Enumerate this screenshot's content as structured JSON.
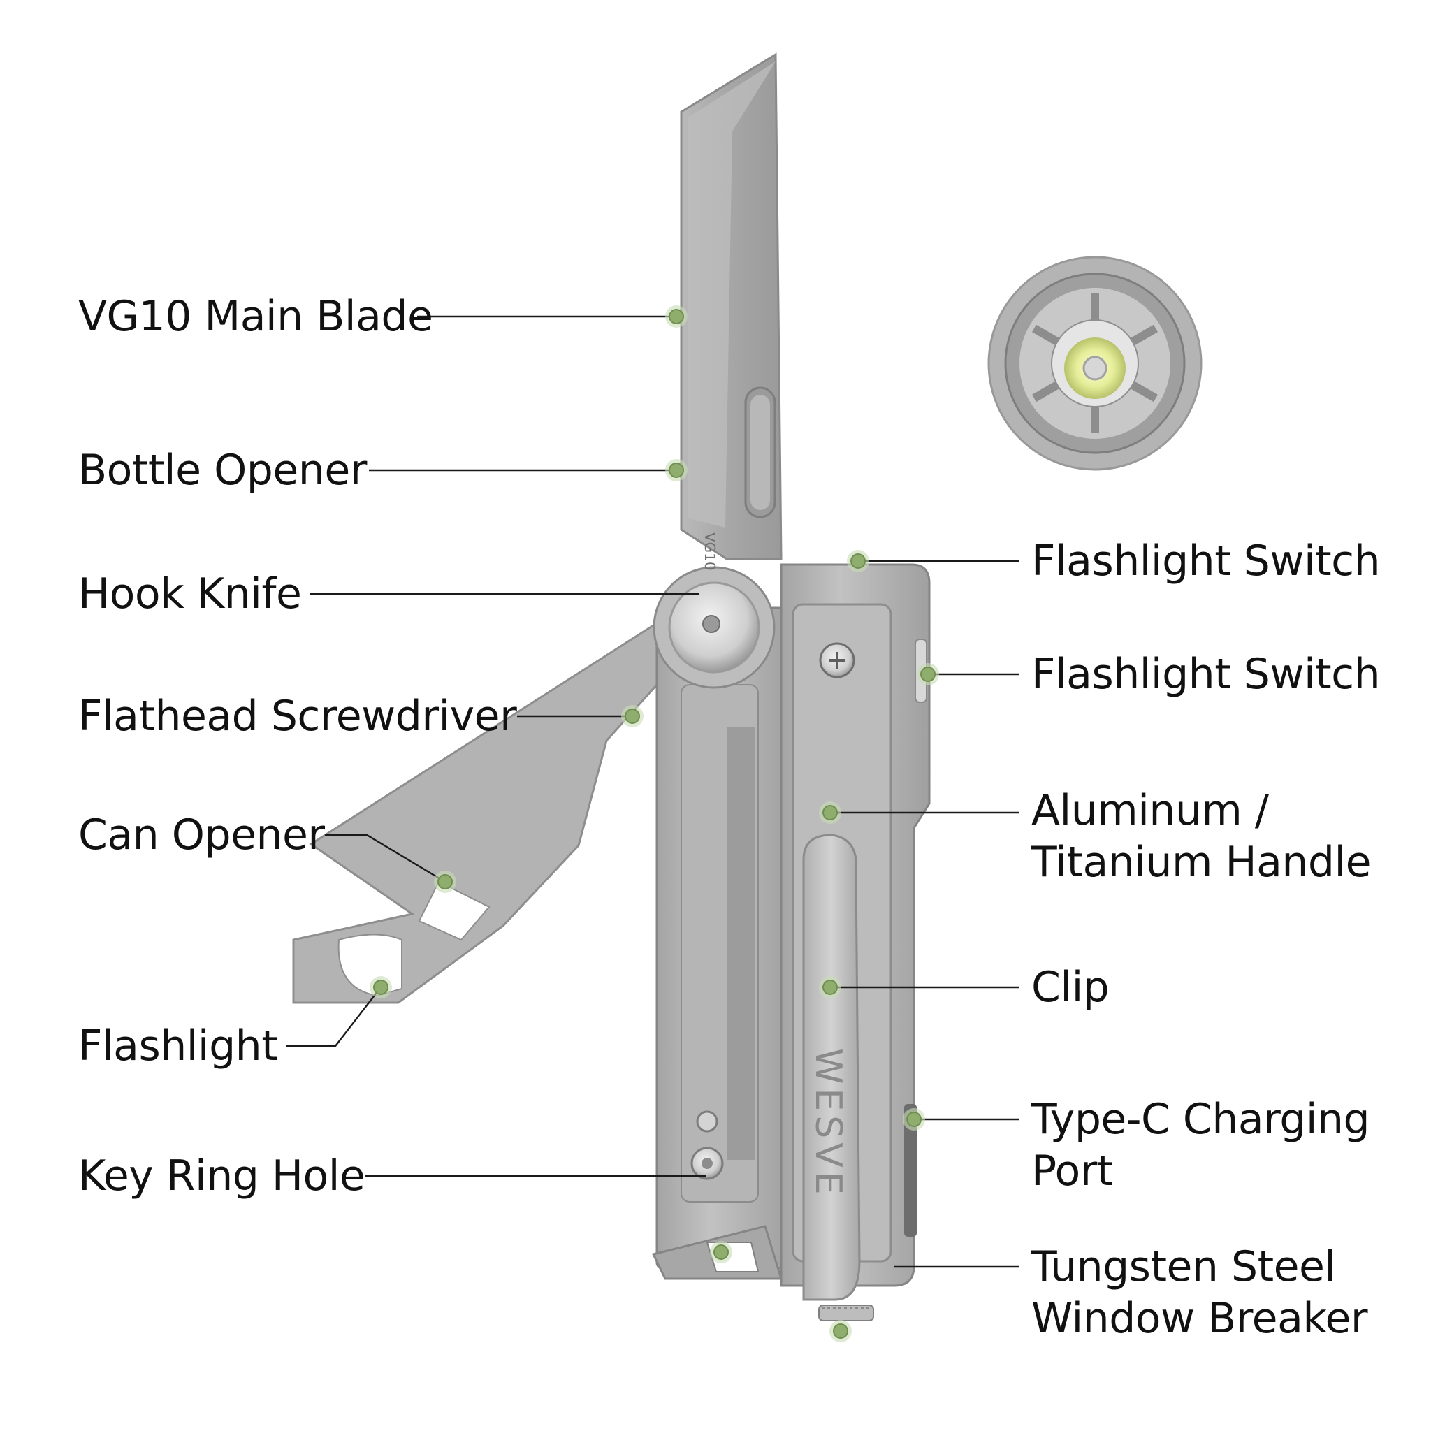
{
  "labels": {
    "main_blade": "VG10 Main Blade",
    "bottle_opener": "Bottle Opener",
    "hook_knife": "Hook Knife",
    "flathead_screwdriver": "Flathead Screwdriver",
    "can_opener": "Can Opener",
    "flashlight": "Flashlight",
    "key_ring_hole": "Key Ring Hole",
    "flashlight_switch_top": "Flashlight Switch",
    "flashlight_switch_side": "Flashlight Switch",
    "handle_line1": "Aluminum /",
    "handle_line2": "Titanium Handle",
    "clip": "Clip",
    "charging_line1": "Type-C Charging",
    "charging_line2": "Port",
    "breaker_line1": "Tungsten Steel",
    "breaker_line2": "Window Breaker"
  },
  "markings": {
    "blade_steel": "VG10",
    "brand": "WESVE"
  },
  "colors": {
    "steel_light": "#c9c9c9",
    "steel_mid": "#a9a9a9",
    "steel_dark": "#7d7d7d",
    "dot": "#8fae6e",
    "led": "#e6ee9a"
  }
}
